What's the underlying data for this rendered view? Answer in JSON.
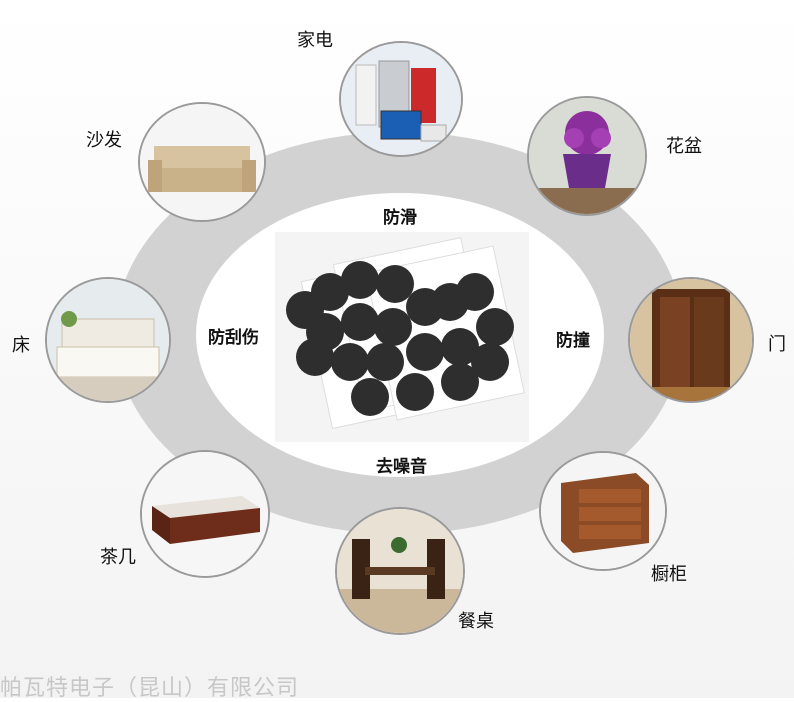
{
  "center": {
    "top_label": "防滑",
    "left_label": "防刮伤",
    "right_label": "防撞",
    "bottom_label": "去噪音"
  },
  "categories": {
    "appliances": "家电",
    "flowerpot": "花盆",
    "door": "门",
    "cabinet": "橱柜",
    "dining_table": "餐桌",
    "tea_table": "茶几",
    "bed": "床",
    "sofa": "沙发"
  },
  "footer": {
    "text": "帕瓦特电子（昆山）有限公司"
  },
  "colors": {
    "ring": "#d2d2d2",
    "pad": "#2e2e2e",
    "circle_border": "#9a9a9a"
  }
}
